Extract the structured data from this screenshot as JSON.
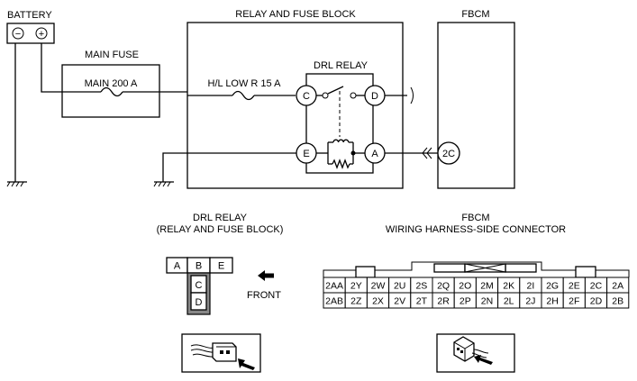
{
  "battery": {
    "label": "BATTERY",
    "neg": "−",
    "pos": "+"
  },
  "main_fuse": {
    "label": "MAIN FUSE",
    "rating": "MAIN 200 A"
  },
  "relay_fuse_block": {
    "label": "RELAY AND FUSE BLOCK",
    "fuse": "H/L LOW R 15 A"
  },
  "drl_relay": {
    "label": "DRL RELAY",
    "pins": {
      "c": "C",
      "d": "D",
      "e": "E",
      "a": "A"
    }
  },
  "fbcm": {
    "label": "FBCM",
    "pin": "2C"
  },
  "drl_connector": {
    "title1": "DRL RELAY",
    "title2": "(RELAY AND FUSE BLOCK)",
    "top_row": [
      "A",
      "B",
      "E"
    ],
    "col": [
      "C",
      "D"
    ],
    "arrow_label": "FRONT"
  },
  "fbcm_connector": {
    "title1": "FBCM",
    "title2": "WIRING HARNESS-SIDE CONNECTOR",
    "row1": [
      "2AA",
      "2Y",
      "2W",
      "2U",
      "2S",
      "2Q",
      "2O",
      "2M",
      "2K",
      "2I",
      "2G",
      "2E",
      "2C",
      "2A"
    ],
    "row2": [
      "2AB",
      "2Z",
      "2X",
      "2V",
      "2T",
      "2R",
      "2P",
      "2N",
      "2L",
      "2J",
      "2H",
      "2F",
      "2D",
      "2B"
    ]
  }
}
